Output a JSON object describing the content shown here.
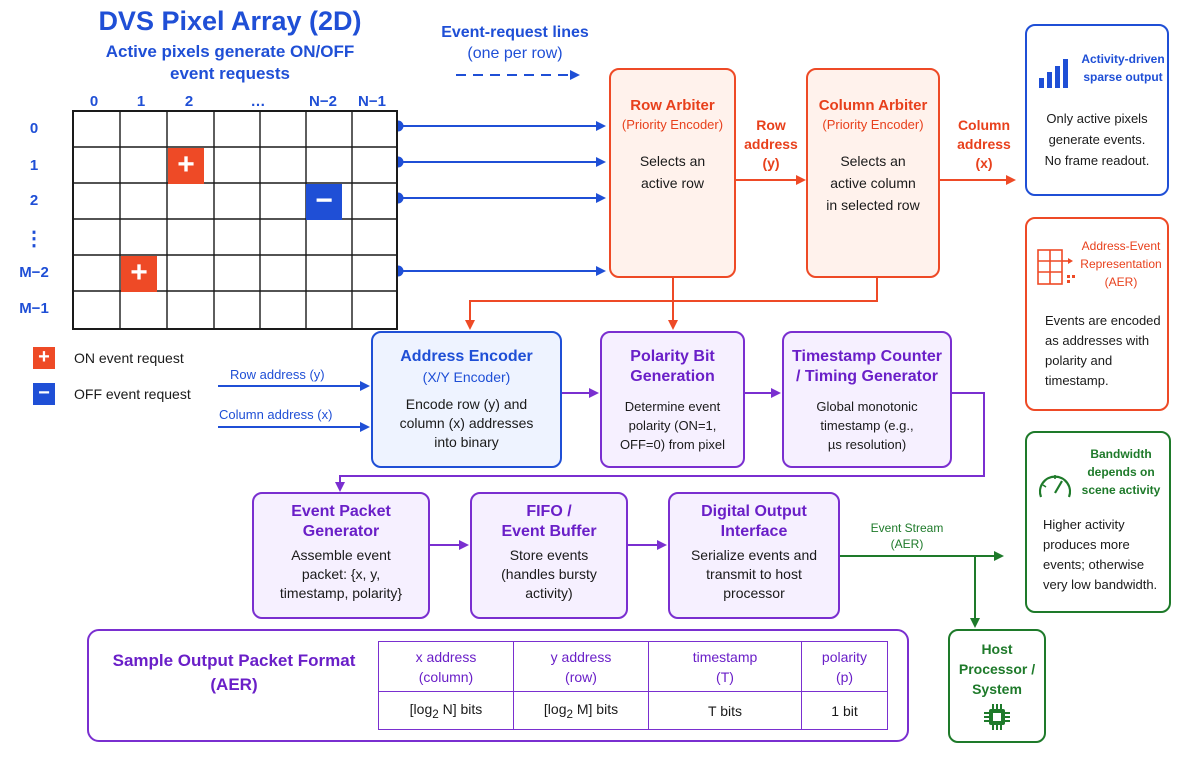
{
  "pixel_array": {
    "title": "DVS Pixel Array (2D)",
    "subtitle_line1": "Active pixels generate ON/OFF",
    "subtitle_line2": "event requests",
    "col_labels": [
      "0",
      "1",
      "2",
      "…",
      "N−2",
      "N−1"
    ],
    "row_labels": [
      "0",
      "1",
      "2",
      "⋮",
      "M−2",
      "M−1"
    ],
    "on_symbol": "+",
    "off_symbol": "−"
  },
  "legend": {
    "on_label": "ON event request",
    "off_label": "OFF event request"
  },
  "request_lines": {
    "line1": "Event-request lines",
    "line2": "(one per row)"
  },
  "row_arbiter": {
    "title": "Row Arbiter",
    "subtitle": "(Priority Encoder)",
    "desc1": "Selects an",
    "desc2": "active row"
  },
  "row_address_label": {
    "line1": "Row",
    "line2": "address",
    "line3": "(y)"
  },
  "column_arbiter": {
    "title": "Column Arbiter",
    "subtitle": "(Priority Encoder)",
    "desc1": "Selects an",
    "desc2": "active column",
    "desc3": "in selected row"
  },
  "column_address_label": {
    "line1": "Column",
    "line2": "address",
    "line3": "(x)"
  },
  "sparse_card": {
    "title1": "Activity-driven",
    "title2": "sparse output",
    "desc1": "Only active pixels",
    "desc2": "generate events.",
    "desc3": "No frame readout."
  },
  "aer_card": {
    "title1": "Address-Event",
    "title2": "Representation",
    "title3": "(AER)",
    "desc1": "Events are encoded",
    "desc2": "as addresses with",
    "desc3": "polarity and",
    "desc4": "timestamp."
  },
  "bandwidth_card": {
    "title1": "Bandwidth",
    "title2": "depends on",
    "title3": "scene activity",
    "desc1": "Higher activity",
    "desc2": "produces more",
    "desc3": "events; otherwise",
    "desc4": "very low bandwidth."
  },
  "input_labels": {
    "row": "Row address (y)",
    "column": "Column address (x)"
  },
  "address_encoder": {
    "title": "Address Encoder",
    "subtitle": "(X/Y Encoder)",
    "desc1": "Encode row (y) and",
    "desc2": "column (x) addresses",
    "desc3": "into binary"
  },
  "polarity_bit": {
    "title1": "Polarity Bit",
    "title2": "Generation",
    "desc1": "Determine event",
    "desc2": "polarity (ON=1,",
    "desc3": "OFF=0) from pixel"
  },
  "timestamp_counter": {
    "title1": "Timestamp Counter",
    "title2": "/ Timing Generator",
    "desc1": "Global monotonic",
    "desc2": "timestamp (e.g.,",
    "desc3": "µs resolution)"
  },
  "event_packet_generator": {
    "title1": "Event Packet",
    "title2": "Generator",
    "desc1": "Assemble event",
    "desc2": "packet: {x, y,",
    "desc3": "timestamp, polarity}"
  },
  "fifo": {
    "title1": "FIFO /",
    "title2": "Event Buffer",
    "desc1": "Store events",
    "desc2": "(handles bursty",
    "desc3": "activity)"
  },
  "digital_output": {
    "title1": "Digital Output",
    "title2": "Interface",
    "desc1": "Serialize events and",
    "desc2": "transmit to host",
    "desc3": "processor"
  },
  "event_stream": {
    "line1": "Event Stream",
    "line2": "(AER)"
  },
  "host": {
    "line1": "Host",
    "line2": "Processor /",
    "line3": "System"
  },
  "packet_format": {
    "title1": "Sample Output Packet Format",
    "title2": "(AER)",
    "headers": [
      {
        "line1": "x address",
        "line2": "(column)"
      },
      {
        "line1": "y address",
        "line2": "(row)"
      },
      {
        "line1": "timestamp",
        "line2": "(T)"
      },
      {
        "line1": "polarity",
        "line2": "(p)"
      }
    ],
    "bits": [
      {
        "pre": "[log",
        "sub": "2",
        "post": " N] bits"
      },
      {
        "pre": "[log",
        "sub": "2",
        "post": " M] bits"
      },
      {
        "pre": "T bits",
        "sub": "",
        "post": ""
      },
      {
        "pre": "1 bit",
        "sub": "",
        "post": ""
      }
    ]
  },
  "colors": {
    "blue": "#1f4fd6",
    "red": "#e8401c",
    "purple": "#6a1fc8",
    "green": "#1e7a2a"
  }
}
